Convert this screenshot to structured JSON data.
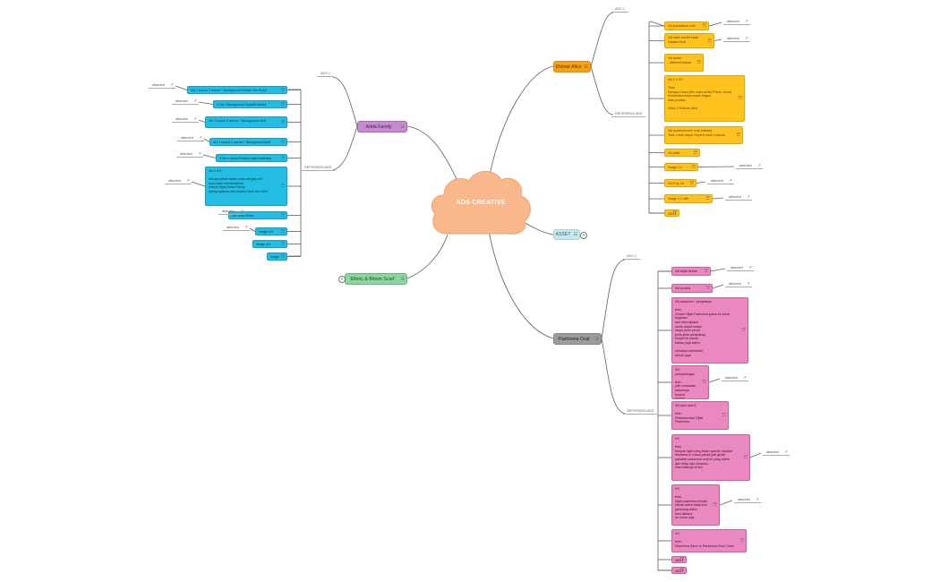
{
  "center": {
    "title": "ADS CREATIVE"
  },
  "colors": {
    "cloud": "#f9b78c",
    "orange": "#f6a019",
    "yellow": "#ffc21f",
    "blue": "#24bde3",
    "pink": "#ea89bf",
    "violet": "#c78bd3",
    "green": "#8dd59e",
    "gray": "#9c9c9c",
    "asset": "#c7e7ee"
  },
  "icons": {
    "note": "note-icon",
    "link": "external-link-icon",
    "expand": "plus-icon"
  },
  "branches": {
    "khimar": {
      "title": "Khimar Alice",
      "ads_label": "ADS 1",
      "ref_label": "REFERENSI ADS",
      "items": [
        "Vid perubahan with VO",
        "Vid slide sambil kasih\ncatatan kecil",
        "Vid detail:\n- different bahan",
        "Vid 2 x VO\n\nTeks:\nKenapa Kamu (the voice-artist) Pilmin Jurnal\nKomentara kerja masih bagus\nAtau produk\n\nVideo 2 Khimar Alice",
        "Vid screenrecord: mau bahasa\nTeks: Lebih dapat Seperti untuk nyaman",
        "Vid slide warna",
        "Image 1:1 warna",
        "Vid 9 by 16 HB",
        "Image 1:1 with waterfalls",
        "NEXT"
      ],
      "notes": [
        "attached",
        "attached",
        "attached",
        "attached",
        "attached"
      ]
    },
    "asset": {
      "title": "ASSET"
    },
    "ply": {
      "title": "Pashmina Oval",
      "ads_label": "ADS 1",
      "ref_label": "REFERENSI ADS",
      "items": [
        "Vid hijab before after",
        "Vid produk katalog",
        "Vid tampilan + penjelasan\n\nteks:\nCewek Hijab Pashmina pakai ini untuk kegiatan\ndan bisa dipakai\nuntuk dapat harian\ntanpa perlu peniti\njenis-jenis pelapisnya\nsimpel ke kantor\nbahan juga adem\n\nsebutkan kelebihan\nbelum juga",
        "Vid perbandingan\n\nteks:\npilih rampasan\nbahannya lembut\nmudah dibentuk",
        "Vid dan cara B\n\nteks:\nRekomendasi Hijab Pashmina",
        "VO\n\nteks:\nbanyak hijab yang tidak nyaman dipakai\nterutama di cuaca panas jadi gerah\npakailah pashmina oval ini yang adem\ndan tetap rapi seharian\nlihat hasilnya di sini",
        "VO\n\nteks:\nhijab pashmina terbaik\nbahan adem tidak licin\ngampang diatur\nbisa dibawa\nke mana saja",
        "VO\n\nteks:\nPashmina Kaos vs Pashmina Oval Curve",
        "NEXT",
        "NEXT"
      ],
      "notes": [
        "attached",
        "attached",
        "attached",
        "attached",
        "attached"
      ]
    },
    "adda": {
      "title": "Adda Family",
      "ads_label": "ADS 1",
      "ref_label": "REFERENSI ADS",
      "items": [
        "Vid 1 sound 3 warna + Background Rotasi Hen Road",
        "4 Vid x Background Spesifik Brand Group",
        "Vid 2 sound 3 warna + Background Aktif",
        "Vid 1 sound 1 warna + Background Aktif",
        "4 Vid x sound Promo Hijab Aesthetic",
        "Vid x VO\n\nKenapa jilbab kalian beda dengan ini?\nkami akan membuktikan\nbahwa Hijab Adda Family\npaling nyaman dan lembut lebih dari 50%",
        "Vid Slide Show",
        "Image 4:5 Warna",
        "Image 4:5 Grid",
        "Image 1:1"
      ],
      "notes": [
        "attached",
        "attached",
        "attached",
        "attached",
        "attached",
        "attached",
        "attached",
        "attached"
      ]
    },
    "ethnic": {
      "title": "Ethnic & Bloom Scarf"
    }
  }
}
